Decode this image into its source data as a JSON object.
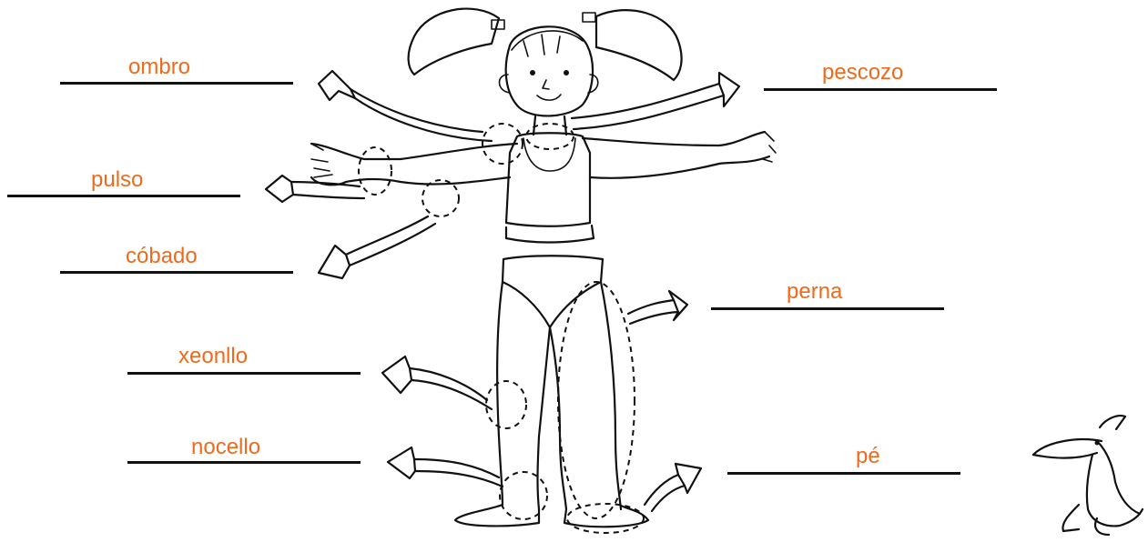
{
  "labels": {
    "left": [
      "ombro",
      "pulso",
      "cóbado",
      "xeonllo",
      "nocello"
    ],
    "right": [
      "pescozo",
      "perna",
      "pé"
    ]
  },
  "colors": {
    "label_text": "#ee6a1c",
    "ink": "#111111"
  },
  "illustration": {
    "figure": "girl-figure",
    "mascot": "bird-icon"
  }
}
